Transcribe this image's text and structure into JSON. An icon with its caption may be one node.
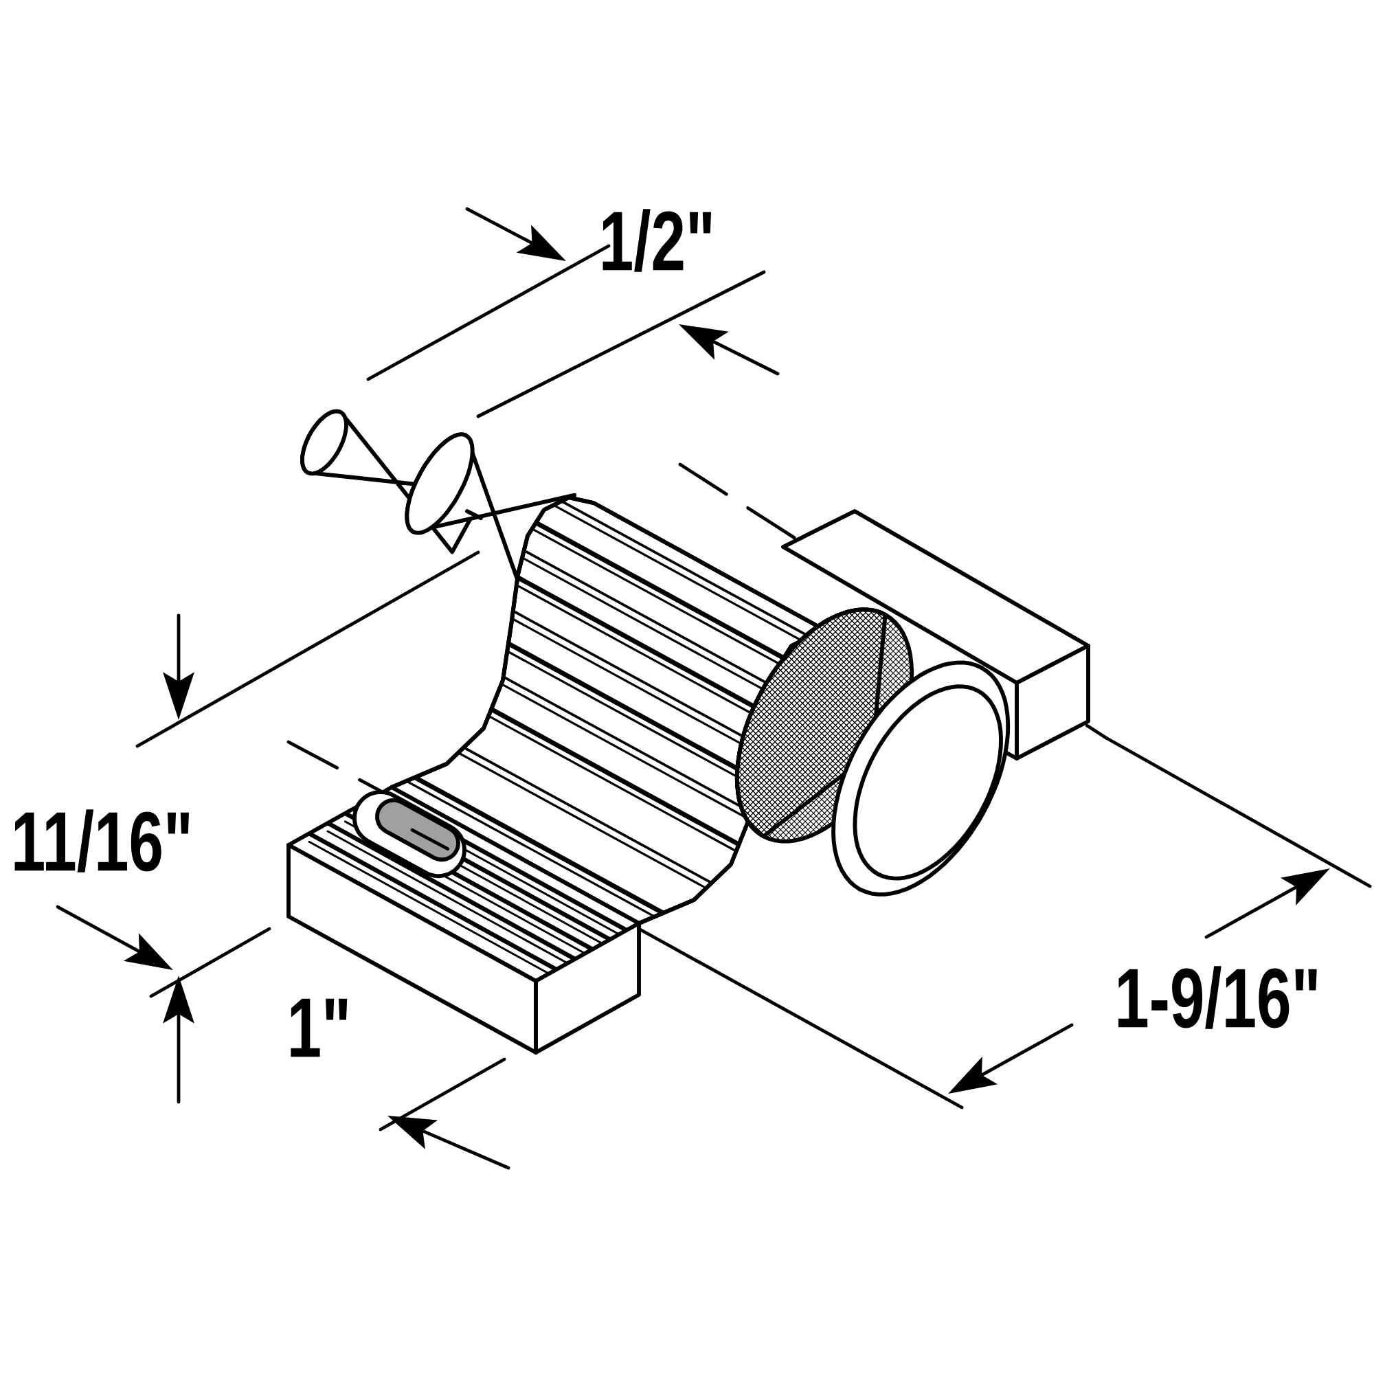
{
  "diagram": {
    "labels": [
      "1/2\"",
      "11/16\"",
      "1\"",
      "1-9/16\""
    ]
  }
}
